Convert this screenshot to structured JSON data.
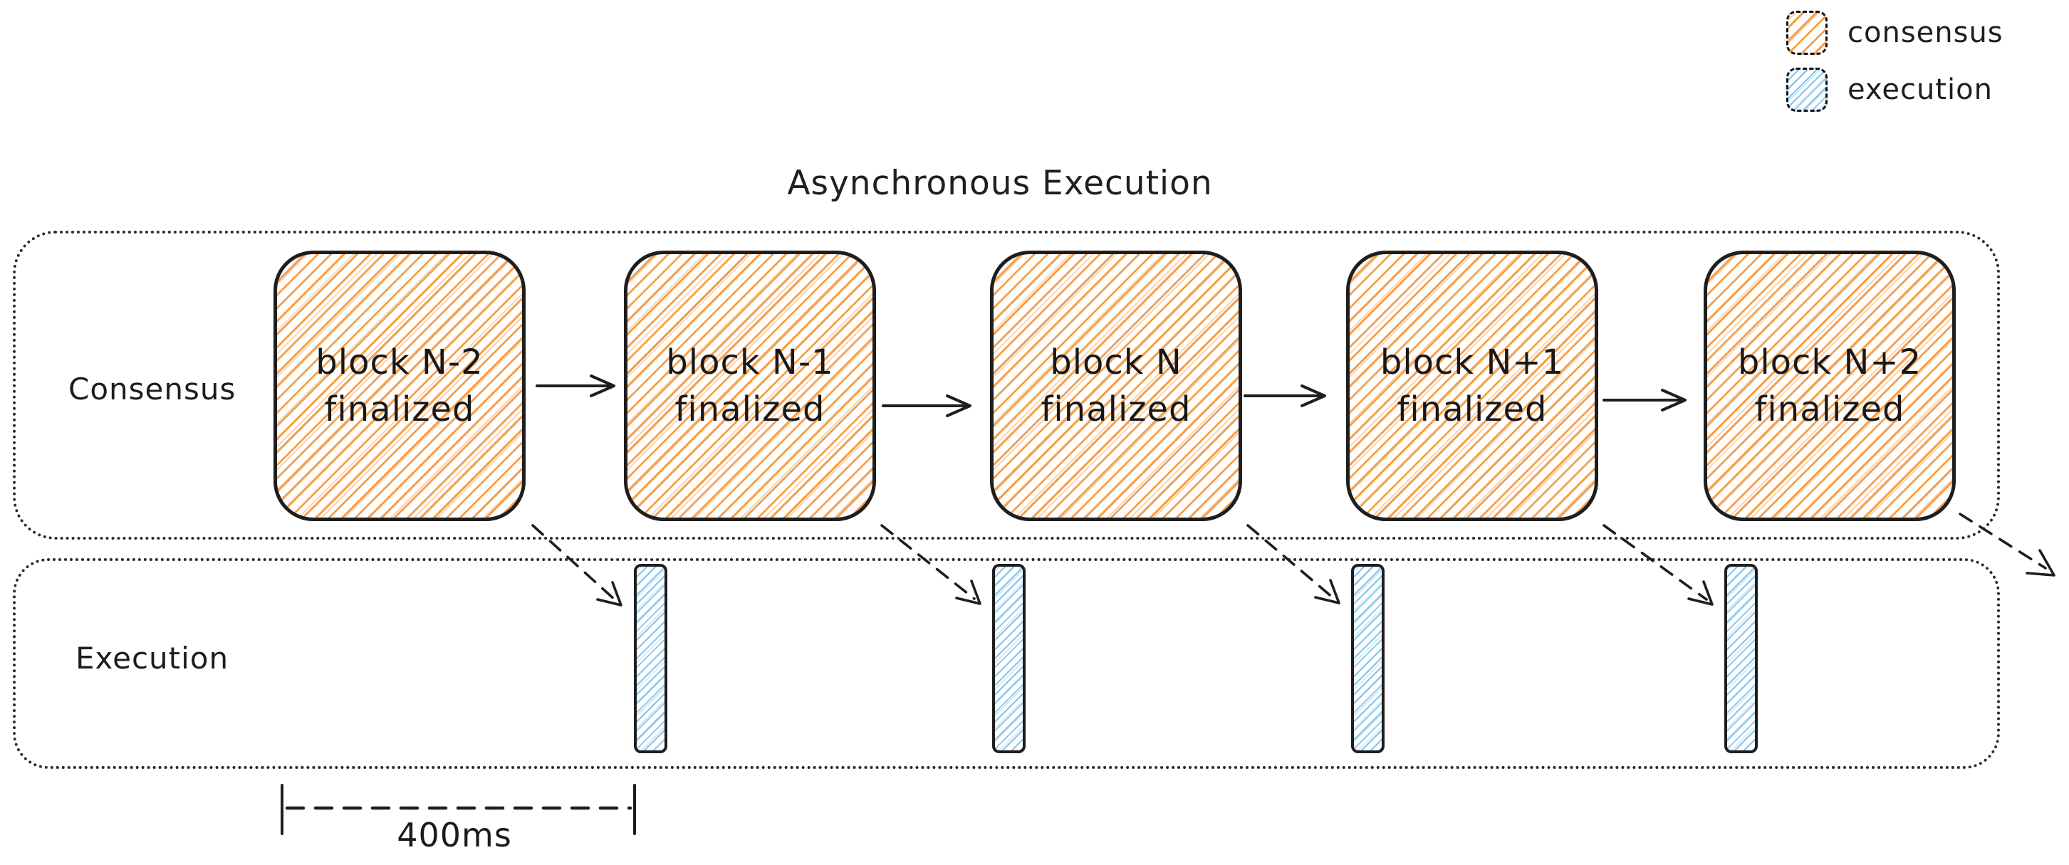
{
  "title": "Asynchronous Execution",
  "legend": {
    "items": [
      {
        "label": "consensus",
        "swatch": "orange-hatch"
      },
      {
        "label": "execution",
        "swatch": "blue-hatch"
      }
    ]
  },
  "consensus": {
    "label": "Consensus",
    "blocks": [
      {
        "title": "block N-2",
        "subtitle": "finalized"
      },
      {
        "title": "block N-1",
        "subtitle": "finalized"
      },
      {
        "title": "block N",
        "subtitle": "finalized"
      },
      {
        "title": "block N+1",
        "subtitle": "finalized"
      },
      {
        "title": "block N+2",
        "subtitle": "finalized"
      }
    ]
  },
  "execution": {
    "label": "Execution",
    "bar_count": 4
  },
  "ruler": {
    "label": "400ms"
  },
  "colors": {
    "consensus_hatch": "#f6a04d",
    "execution_hatch": "#85c5ee",
    "stroke": "#1e1e1e"
  }
}
